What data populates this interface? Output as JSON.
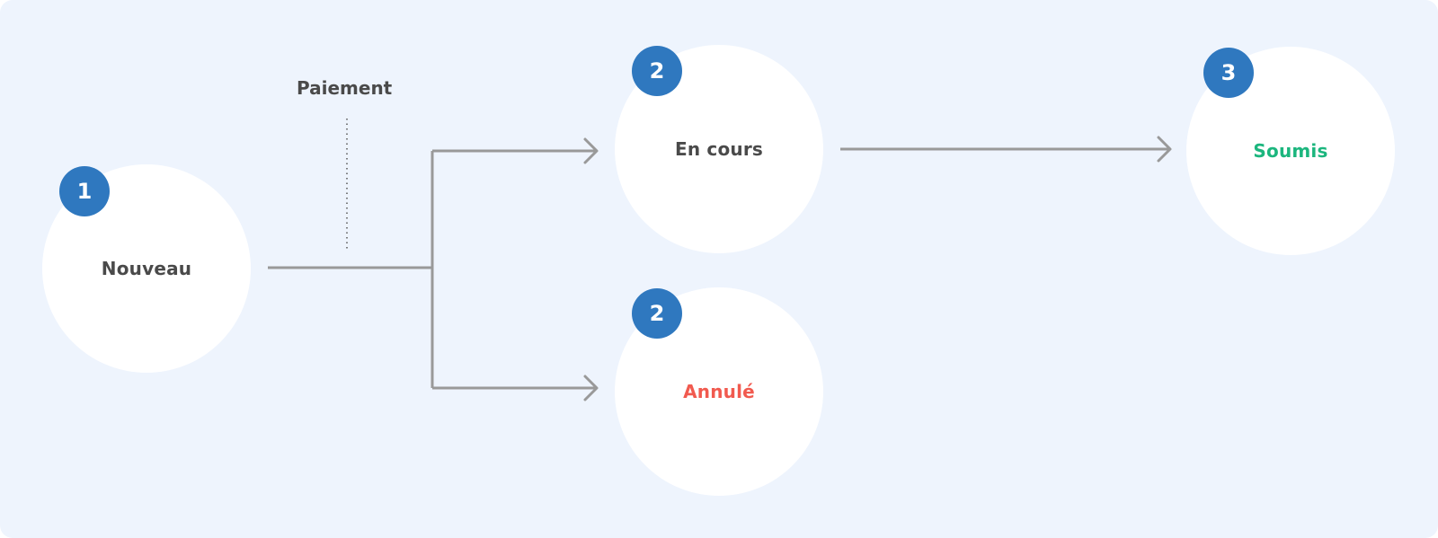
{
  "colors": {
    "background": "#eef4fd",
    "node_fill": "#ffffff",
    "badge": "#2f78bf",
    "connector": "#999999",
    "text_default": "#4a4a4a",
    "text_cancelled": "#f15a4f",
    "text_submitted": "#1cb67e"
  },
  "edge_label": "Paiement",
  "nodes": {
    "nouveau": {
      "label": "Nouveau",
      "step": "1"
    },
    "en_cours": {
      "label": "En cours",
      "step": "2"
    },
    "annule": {
      "label": "Annulé",
      "step": "2"
    },
    "soumis": {
      "label": "Soumis",
      "step": "3"
    }
  }
}
